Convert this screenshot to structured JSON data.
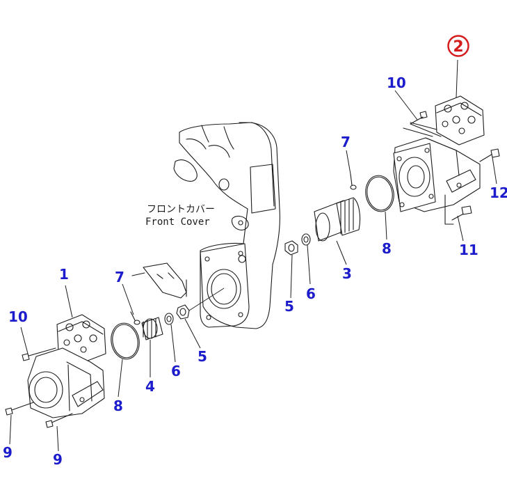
{
  "diagram": {
    "caption_jp": "フロントカバー",
    "caption_en": "Front Cover",
    "highlight_color": "#d51c1c",
    "callout_color": "#1c1ccc",
    "callouts": {
      "c1": "1",
      "c2": "2",
      "c3": "3",
      "c4": "4",
      "c5a": "5",
      "c5b": "5",
      "c6a": "6",
      "c6b": "6",
      "c7a": "7",
      "c7b": "7",
      "c8a": "8",
      "c8b": "8",
      "c9a": "9",
      "c9b": "9",
      "c10a": "10",
      "c10b": "10",
      "c11": "11",
      "c12": "12"
    }
  }
}
